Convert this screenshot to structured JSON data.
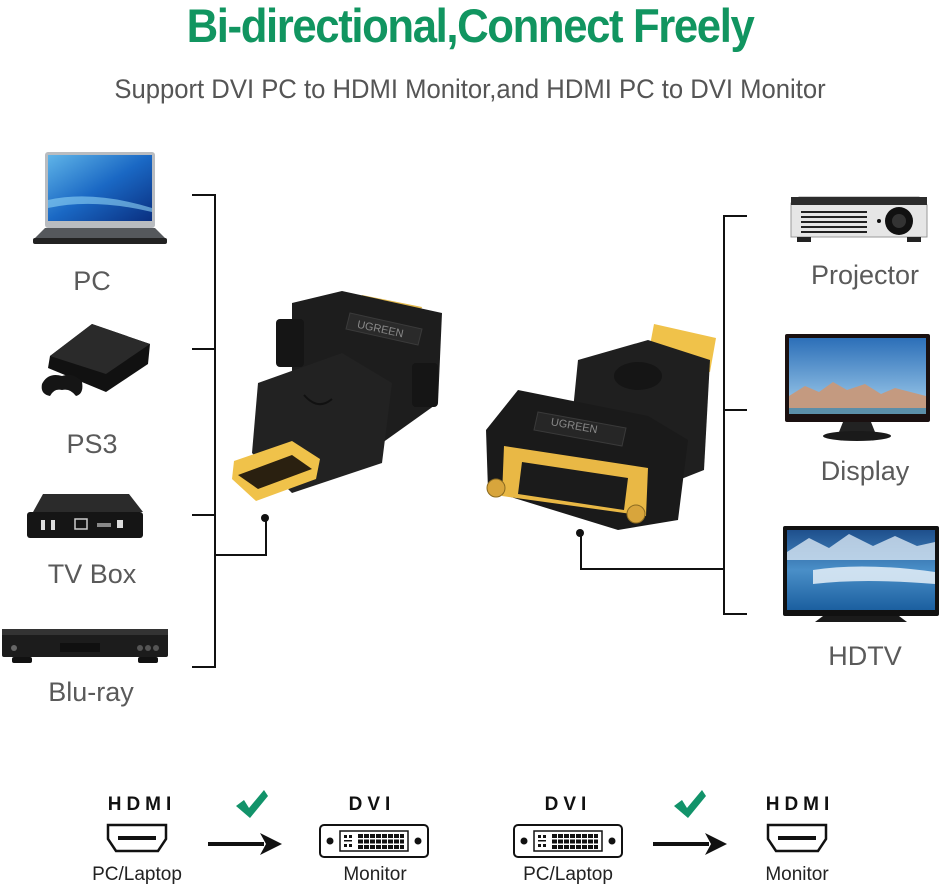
{
  "header": {
    "title": "Bi-directional,Connect Freely",
    "subtitle": "Support DVI PC to HDMI Monitor,and HDMI PC to DVI Monitor",
    "title_color": "#119560"
  },
  "sources": [
    {
      "label": "PC",
      "icon": "laptop-icon"
    },
    {
      "label": "PS3",
      "icon": "game-console-icon"
    },
    {
      "label": "TV Box",
      "icon": "tv-box-icon"
    },
    {
      "label": "Blu-ray",
      "icon": "bluray-player-icon"
    }
  ],
  "destinations": [
    {
      "label": "Projector",
      "icon": "projector-icon"
    },
    {
      "label": "Display",
      "icon": "monitor-icon"
    },
    {
      "label": "HDTV",
      "icon": "tv-icon"
    }
  ],
  "products": {
    "left": {
      "type": "HDMI male to DVI female adapter",
      "brand": "UGREEN"
    },
    "right": {
      "type": "DVI female to HDMI male adapter",
      "brand": "UGREEN"
    }
  },
  "connections": [
    {
      "from_title": "HDMI",
      "from_sub": "PC/Laptop",
      "to_title": "DVI",
      "to_sub": "Monitor",
      "check": "check-icon"
    },
    {
      "from_title": "DVI",
      "from_sub": "PC/Laptop",
      "to_title": "HDMI",
      "to_sub": "Monitor",
      "check": "check-icon"
    }
  ],
  "colors": {
    "check": "#12936a",
    "gold": "#e0b23a",
    "adapter_body": "#1b1b1b"
  }
}
